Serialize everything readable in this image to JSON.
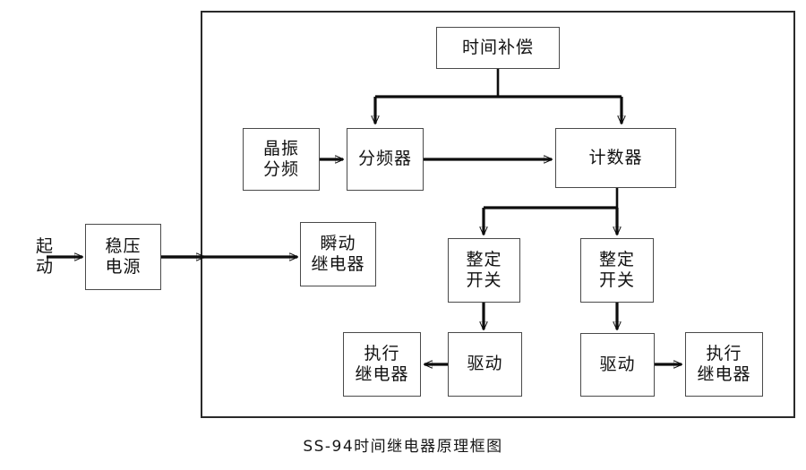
{
  "diagram": {
    "caption": "SS-94时间继电器原理框图",
    "outer_frame_name": "circuit-boundary",
    "input_label": {
      "line1": "起",
      "line2": "动"
    },
    "nodes": [
      {
        "id": "time-compensation",
        "line1": "时间补偿",
        "line2": ""
      },
      {
        "id": "crystal-divider",
        "line1": "晶振",
        "line2": "分频"
      },
      {
        "id": "frequency-divider",
        "line1": "分频器",
        "line2": ""
      },
      {
        "id": "counter",
        "line1": "计数器",
        "line2": ""
      },
      {
        "id": "voltage-regulator",
        "line1": "稳压",
        "line2": "电源"
      },
      {
        "id": "instant-relay",
        "line1": "瞬动",
        "line2": "继电器"
      },
      {
        "id": "setting-switch-1",
        "line1": "整定",
        "line2": "开关"
      },
      {
        "id": "setting-switch-2",
        "line1": "整定",
        "line2": "开关"
      },
      {
        "id": "driver-1",
        "line1": "驱动",
        "line2": ""
      },
      {
        "id": "driver-2",
        "line1": "驱动",
        "line2": ""
      },
      {
        "id": "exec-relay-1",
        "line1": "执行",
        "line2": "继电器"
      },
      {
        "id": "exec-relay-2",
        "line1": "执行",
        "line2": "继电器"
      }
    ],
    "colors": {
      "line": "#0d0d0d",
      "box_border": "#4a4a4a",
      "frame_border": "#2a2a2a",
      "text": "#111111",
      "background": "#ffffff"
    }
  }
}
